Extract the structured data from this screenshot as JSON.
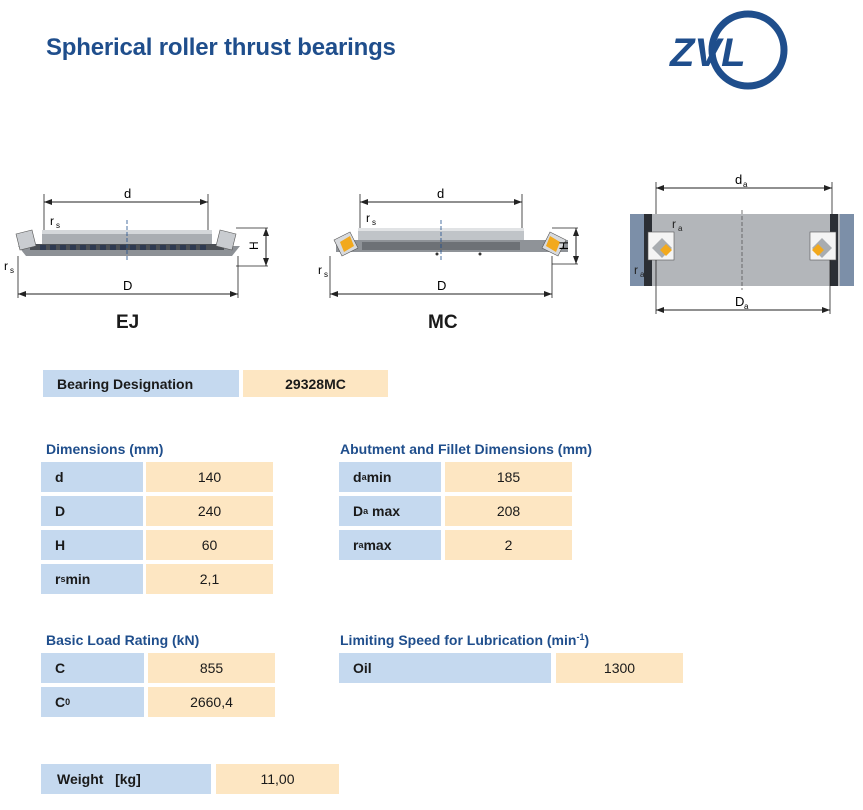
{
  "page": {
    "title": "Spherical roller thrust bearings"
  },
  "brand": {
    "logo_text": "ZVL",
    "color": "#1f4e8c"
  },
  "figures": {
    "ej": {
      "label": "EJ",
      "dims": {
        "d": "d",
        "D": "D",
        "H": "H",
        "rs_base": "r",
        "rs_sub": "s"
      }
    },
    "mc": {
      "label": "MC",
      "dims": {
        "d": "d",
        "D": "D",
        "H": "H",
        "rs_base": "r",
        "rs_sub": "s"
      }
    },
    "abutment": {
      "dims": {
        "da_base": "d",
        "da_sub": "a",
        "Da_base": "D",
        "Da_sub": "a",
        "ra_base": "r",
        "ra_sub": "a"
      }
    }
  },
  "designation": {
    "label": "Bearing Designation",
    "value": "29328MC"
  },
  "dimensions": {
    "heading": "Dimensions (mm)",
    "rows": [
      {
        "label": "d",
        "value": "140"
      },
      {
        "label": "D",
        "value": "240"
      },
      {
        "label": "H",
        "value": "60"
      },
      {
        "label_base": "r",
        "label_sub": "s",
        "label_suffix": "min",
        "value": "2,1"
      }
    ]
  },
  "abutment": {
    "heading": "Abutment and Fillet Dimensions (mm)",
    "rows": [
      {
        "label_base": "d",
        "label_sub": "a",
        "label_suffix": "min",
        "value": "185"
      },
      {
        "label_base": "D",
        "label_sub": "a",
        "label_suffix": "max",
        "value": "208"
      },
      {
        "label_base": "r",
        "label_sub": "a",
        "label_suffix": "max",
        "value": "2"
      }
    ]
  },
  "load_rating": {
    "heading": "Basic Load Rating (kN)",
    "rows": [
      {
        "label": "C",
        "value": "855"
      },
      {
        "label_base": "C",
        "label_sub": "0",
        "value": "2660,4"
      }
    ]
  },
  "limiting_speed": {
    "heading_pre": "Limiting Speed for Lubrication (min",
    "heading_sup": "-1",
    "heading_post": ")",
    "rows": [
      {
        "label": "Oil",
        "value": "1300"
      }
    ]
  },
  "weight": {
    "label": "Weight   [kg]",
    "value": "11,00"
  },
  "colors": {
    "label_bg": "#c5d9ef",
    "value_bg": "#fde6c2",
    "heading": "#1f4e8c"
  }
}
